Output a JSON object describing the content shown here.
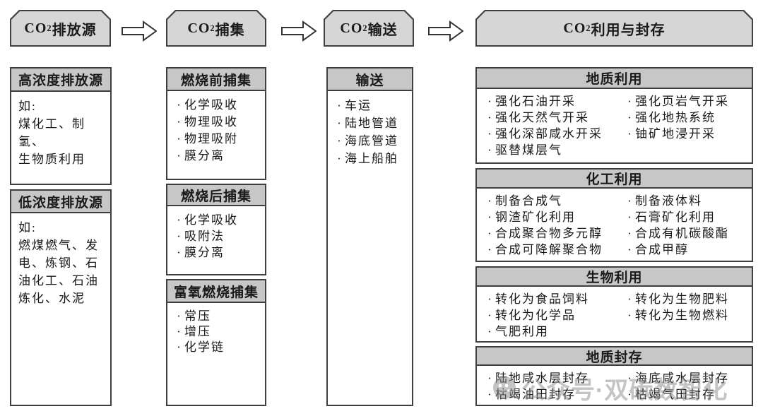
{
  "bullet": "·",
  "colors": {
    "flow_header_fill": "#d6d6d6",
    "section_band_fill": "#c7c7c7",
    "border": "#3f3f3f",
    "watermark_gray": "#8a8a8a"
  },
  "flow_headers": [
    {
      "co": "CO",
      "sub": "2",
      "rest": "排放源"
    },
    {
      "co": "CO",
      "sub": "2",
      "rest": "捕集"
    },
    {
      "co": "CO",
      "sub": "2",
      "rest": "输送"
    },
    {
      "co": "CO",
      "sub": "2",
      "rest": "利用与封存"
    }
  ],
  "emission_sources": {
    "high": {
      "title": "高浓度排放源",
      "body": "如:\n煤化工、制氢、\n生物质利用"
    },
    "low": {
      "title": "低浓度排放源",
      "body": "如:\n燃煤燃气、发\n电、炼钢、石\n油化工、石油\n炼化、水泥"
    }
  },
  "capture": {
    "pre": {
      "title": "燃烧前捕集",
      "items": [
        "化学吸收",
        "物理吸收",
        "物理吸附",
        "膜分离"
      ]
    },
    "post": {
      "title": "燃烧后捕集",
      "items": [
        "化学吸收",
        "吸附法",
        "膜分离"
      ]
    },
    "oxyfuel": {
      "title": "富氧燃烧捕集",
      "items": [
        "常压",
        "增压",
        "化学链"
      ]
    }
  },
  "transport": {
    "title": "输送",
    "items": [
      "车运",
      "陆地管道",
      "海底管道",
      "海上船舶"
    ]
  },
  "utilization": {
    "geological_use": {
      "title": "地质利用",
      "left": [
        "强化石油开采",
        "强化天然气开采",
        "强化深部咸水开采",
        "驱替煤层气"
      ],
      "right": [
        "强化页岩气开采",
        "强化地热系统",
        "铀矿地浸开采"
      ]
    },
    "chemical_use": {
      "title": "化工利用",
      "left": [
        "制备合成气",
        "钢渣矿化利用",
        "合成聚合物多元醇",
        "合成可降解聚合物"
      ],
      "right": [
        "制备液体料",
        "石膏矿化利用",
        "合成有机碳酸酯",
        "合成甲醇"
      ]
    },
    "biological_use": {
      "title": "生物利用",
      "left": [
        "转化为食品饲料",
        "转化为化学品",
        "气肥利用"
      ],
      "right": [
        "转化为生物肥料",
        "转化为生物燃料"
      ]
    },
    "geological_storage": {
      "title": "地质封存",
      "left": [
        "陆地咸水层封存",
        "枯竭油田封存"
      ],
      "right": [
        "海底咸水层封存",
        "枯竭气田封存"
      ]
    }
  },
  "watermark": {
    "text": "公众号·双碳数智化"
  }
}
